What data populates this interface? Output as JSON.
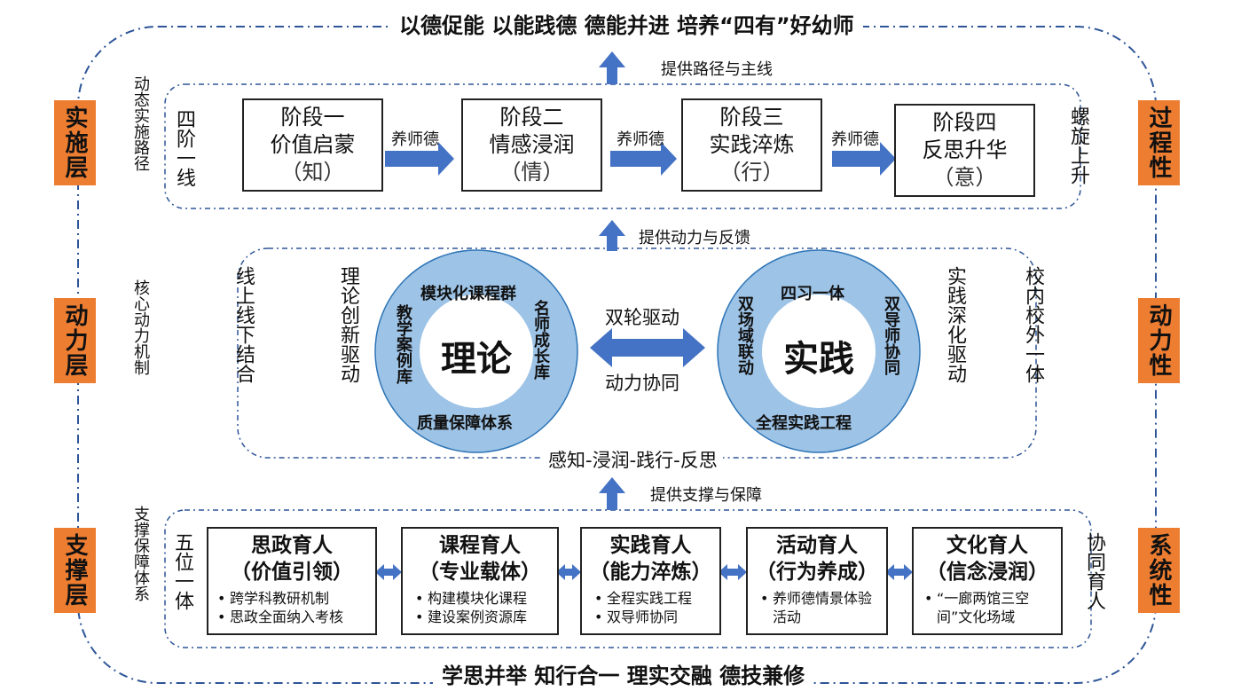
{
  "top_title": "以德促能  以能践德  德能并进 培养“四有”好幼师",
  "bottom_title": "学思并举  知行合一  理实交融  德技兼修",
  "left_layers": [
    "实施层",
    "动力层",
    "支撑层"
  ],
  "right_props": [
    "过程性",
    "动力性",
    "系统性"
  ],
  "implementation": {
    "side_label": "动态实施路径",
    "line_label": "四阶一线",
    "right_label": "螺旋上升",
    "stages": [
      {
        "name": "阶段一",
        "desc": "价值启蒙",
        "char": "（知）"
      },
      {
        "name": "阶段二",
        "desc": "情感浸润",
        "char": "（情）"
      },
      {
        "name": "阶段三",
        "desc": "实践淬炼",
        "char": "（行）"
      },
      {
        "name": "阶段四",
        "desc": "反思升华",
        "char": "（意）"
      }
    ],
    "arrow_label": "养师德",
    "up_label": "提供路径与主线"
  },
  "power": {
    "side_label": "核心动力机制",
    "up_label": "提供动力与反馈",
    "left_outer": "线上线下结合",
    "left_inner": "理论创新驱动",
    "right_inner": "实践深化驱动",
    "right_outer": "校内校外一体",
    "theory": {
      "core": "理论",
      "top": "模块化课程群",
      "left": "教学案例库",
      "right": "名师成长库",
      "bottom": "质量保障体系"
    },
    "practice": {
      "core": "实践",
      "top": "四习一体",
      "left": "双场域联动",
      "right": "双导师协同",
      "bottom": "全程实践工程"
    },
    "mid_top": "双轮驱动",
    "mid_bottom": "动力协同",
    "cycle": "感知-浸润-践行-反思"
  },
  "support": {
    "side_label": "支撑保障体系",
    "left_label": "五位一体",
    "right_label": "协同育人",
    "up_label": "提供支撑与保障",
    "items": [
      {
        "title": "思政育人",
        "sub": "（价值引领）",
        "bullets": [
          "跨学科教研机制",
          "思政全面纳入考核"
        ]
      },
      {
        "title": "课程育人",
        "sub": "（专业载体）",
        "bullets": [
          "构建模块化课程",
          "建设案例资源库"
        ]
      },
      {
        "title": "实践育人",
        "sub": "（能力淬炼）",
        "bullets": [
          "全程实践工程",
          "双导师协同"
        ]
      },
      {
        "title": "活动育人",
        "sub": "（行为养成）",
        "bullets": [
          "养师德情景体验活动"
        ]
      },
      {
        "title": "文化育人",
        "sub": "（信念浸润）",
        "bullets": [
          "“一廊两馆三空间”文化场域"
        ]
      }
    ]
  },
  "colors": {
    "accent_orange": "#ED7D31",
    "arrow_blue": "#4472C4",
    "ring_blue": "#9DC3E6",
    "dash_blue": "#2E5597"
  }
}
